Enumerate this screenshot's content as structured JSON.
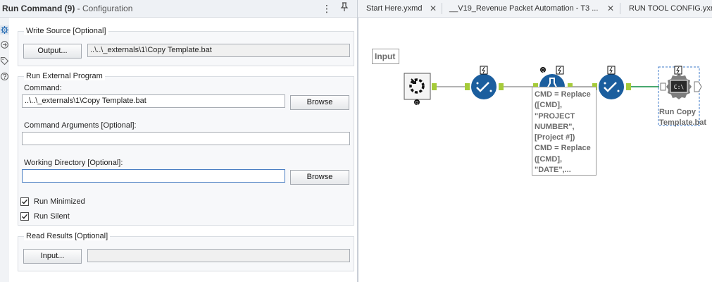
{
  "config": {
    "tool_name": "Run Command (9)",
    "title_suffix": " - Configuration",
    "menu_icon": "kebab-menu-icon",
    "pin_icon": "pin-icon",
    "side_icons": [
      "gear-icon",
      "connection-icon",
      "tag-icon",
      "help-icon"
    ],
    "write_source": {
      "legend": "Write Source [Optional]",
      "button": "Output...",
      "value": "..\\..\\_externals\\1\\Copy Template.bat"
    },
    "run_external": {
      "legend": "Run External Program",
      "command_label": "Command:",
      "command_value": "..\\..\\_externals\\1\\Copy Template.bat",
      "browse_label": "Browse",
      "args_label": "Command Arguments [Optional]:",
      "args_value": "",
      "workdir_label": "Working Directory [Optional]:",
      "workdir_value": "",
      "browse2_label": "Browse",
      "run_minimized_label": "Run Minimized",
      "run_minimized_checked": true,
      "run_silent_label": "Run Silent",
      "run_silent_checked": true
    },
    "read_results": {
      "legend": "Read Results [Optional]",
      "button": "Input...",
      "value": ""
    }
  },
  "tabs": [
    {
      "label": "Start Here.yxmd",
      "closable": true
    },
    {
      "label": "__V19_Revenue Packet Automation - T3 ...",
      "closable": true
    },
    {
      "label": "RUN TOOL CONFIG.yxm",
      "closable": false
    }
  ],
  "workflow": {
    "input_label": "Input",
    "formula_lines": [
      "CMD = Replace",
      "([CMD],",
      "\"PROJECT",
      "NUMBER\",",
      "[Project #])",
      "CMD = Replace",
      "([CMD],",
      "\"DATE\",..."
    ],
    "run_label_lines": [
      "Run Copy",
      "Template.bat"
    ],
    "tools": [
      "macro-input-icon",
      "select-tool-icon",
      "formula-tool-icon",
      "select-tool-icon",
      "run-command-tool-icon"
    ],
    "colors": {
      "tool_blue": "#1b5e9e",
      "connector_green": "#a6cb3a",
      "link_green": "#2e9b5a",
      "selected_border": "#3c78c8"
    }
  }
}
